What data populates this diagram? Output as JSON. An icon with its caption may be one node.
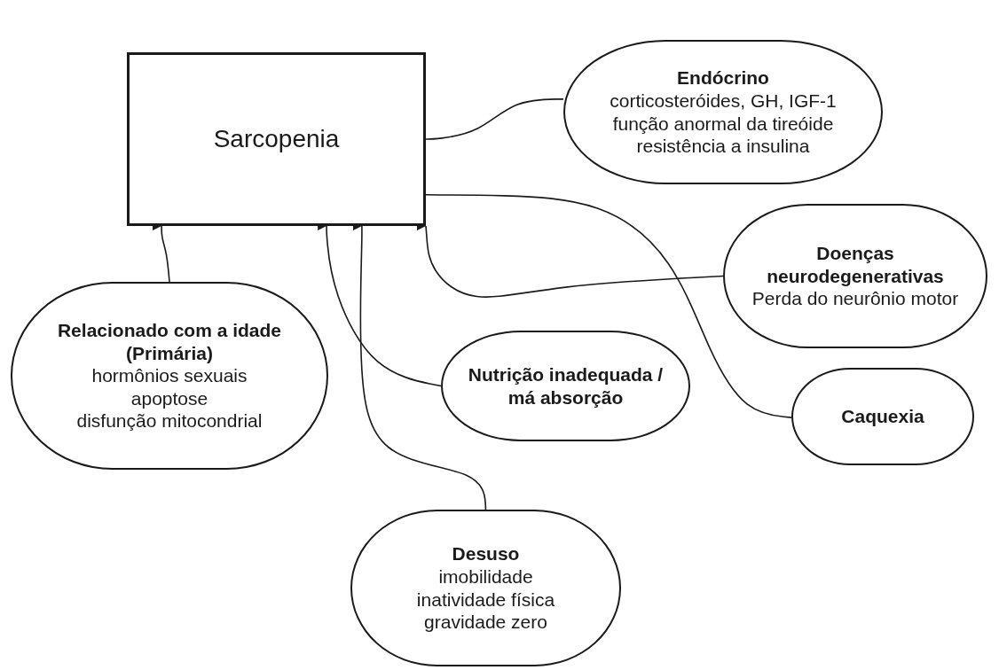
{
  "diagram": {
    "nodes": [
      {
        "text": [
          "Sarcopenia"
        ]
      },
      {
        "text": [
          "Endócrino",
          "corticosteróides, GH, IGF-1",
          "função anormal da tireóide",
          "resistência a insulina"
        ]
      },
      {
        "text": [
          "Doenças neurodegenerativas",
          "Perda do neurônio motor"
        ]
      },
      {
        "text": [
          "Relacionado com a idade (Primária)",
          "hormônios sexuais",
          "apoptose",
          "disfunção mitocondrial"
        ]
      },
      {
        "text": [
          "Nutrição inadequada / má absorção"
        ]
      },
      {
        "text": [
          "Caquexia"
        ]
      },
      {
        "text": [
          "Desuso",
          "imobilidade",
          "inatividade física",
          "gravidade zero"
        ]
      }
    ],
    "edges": [
      {
        "from": 1,
        "to": 0,
        "arrow": "to"
      },
      {
        "from": 2,
        "to": 0,
        "arrow": "to"
      },
      {
        "from": 5,
        "to": 0,
        "arrow": "to"
      },
      {
        "from": 3,
        "to": 0,
        "arrow": "to"
      },
      {
        "from": 4,
        "to": 0,
        "arrow": "to"
      },
      {
        "from": 6,
        "to": 0,
        "arrow": "to"
      }
    ]
  }
}
